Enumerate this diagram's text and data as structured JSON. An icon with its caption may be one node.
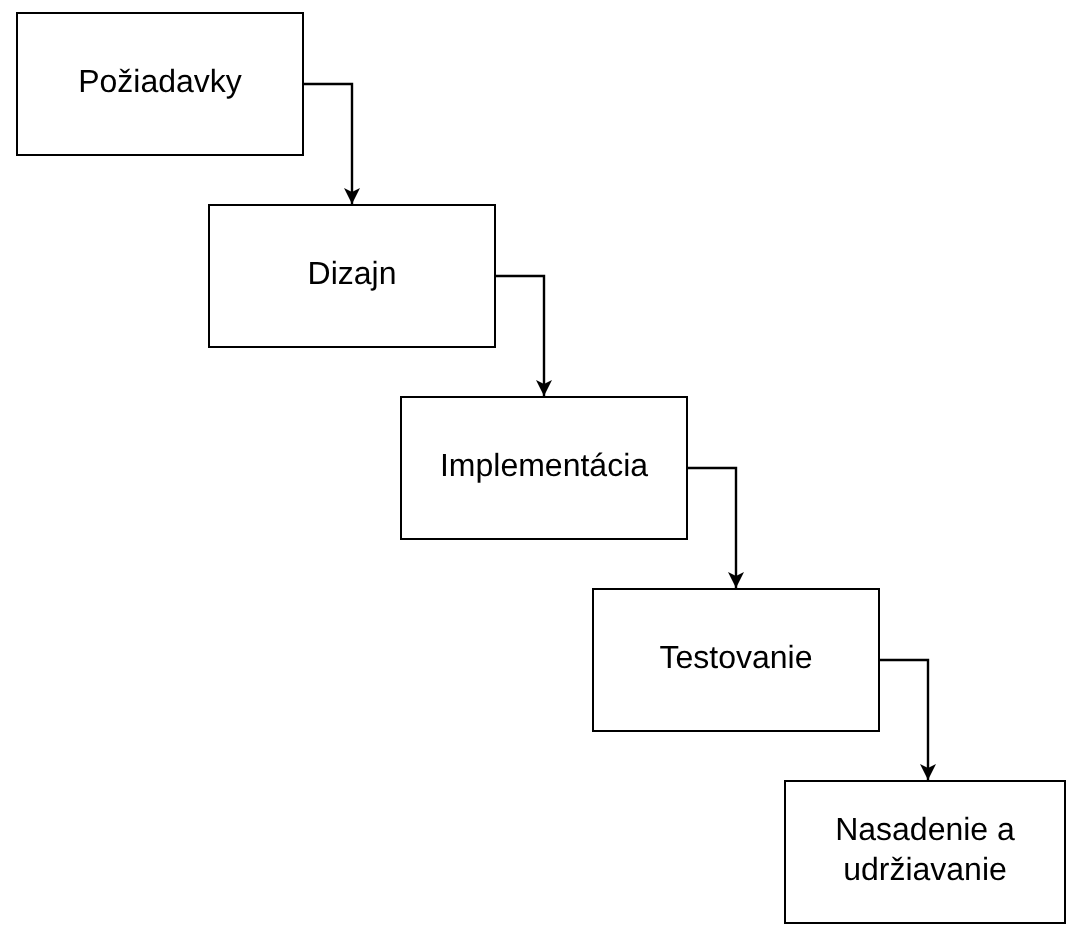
{
  "diagram": {
    "nodes": [
      {
        "text": [
          "Požiadavky"
        ]
      },
      {
        "text": [
          "Dizajn"
        ]
      },
      {
        "text": [
          "Implementácia"
        ]
      },
      {
        "text": [
          "Testovanie"
        ]
      },
      {
        "text": [
          "Nasadenie a udržiavanie"
        ]
      }
    ],
    "edges": [
      {
        "from": 0,
        "to": 1,
        "arrow": "to"
      },
      {
        "from": 1,
        "to": 2,
        "arrow": "to"
      },
      {
        "from": 2,
        "to": 3,
        "arrow": "to"
      },
      {
        "from": 3,
        "to": 4,
        "arrow": "to"
      }
    ]
  }
}
